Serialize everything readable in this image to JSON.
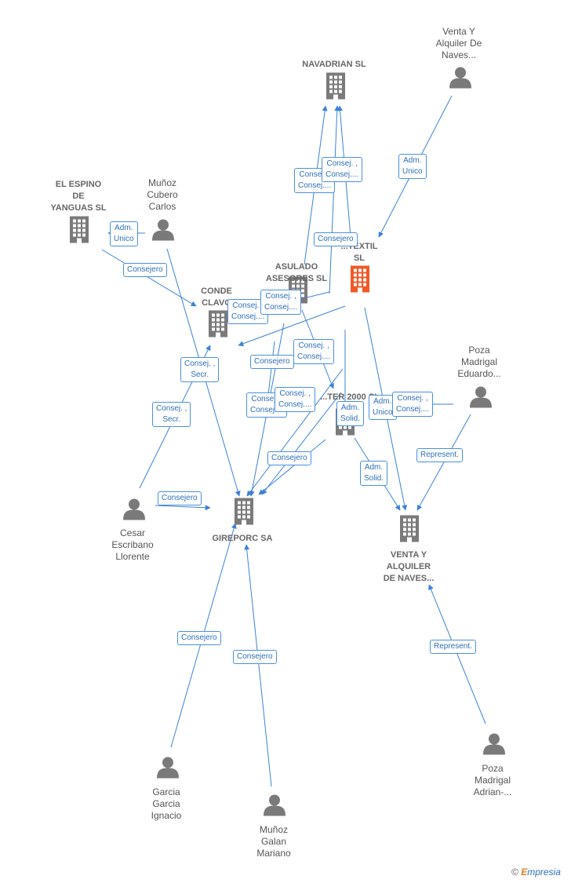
{
  "colors": {
    "edge": "#3b82d6",
    "node_icon": "#7a7a7a",
    "highlight_icon": "#f05a28"
  },
  "nodes": [
    {
      "id": "navadrian",
      "kind": "company",
      "label_lines": [
        "NAVADRIAN SL"
      ]
    },
    {
      "id": "venta_naves_top",
      "kind": "person",
      "label_lines": [
        "Venta Y",
        "Alquiler De",
        "Naves..."
      ]
    },
    {
      "id": "espino",
      "kind": "company",
      "label_lines": [
        "EL ESPINO",
        "DE",
        "YANGUAS  SL"
      ]
    },
    {
      "id": "munoz_cubero",
      "kind": "person",
      "label_lines": [
        "Muñoz",
        "Cubero",
        "Carlos"
      ]
    },
    {
      "id": "textil",
      "kind": "company",
      "highlight": true,
      "label_lines": [
        "...TEXTIL",
        "SL"
      ]
    },
    {
      "id": "asulado",
      "kind": "company",
      "label_lines": [
        "ASULADO",
        "ASESORES SL"
      ]
    },
    {
      "id": "conde_clavo",
      "kind": "company",
      "label_lines": [
        "CONDE",
        "CLAVO"
      ]
    },
    {
      "id": "poza_eduardo",
      "kind": "person",
      "label_lines": [
        "Poza",
        "Madrigal",
        "Eduardo..."
      ]
    },
    {
      "id": "ter2000",
      "kind": "company",
      "label_lines": [
        "...TER 2000 SL"
      ]
    },
    {
      "id": "cesar",
      "kind": "person",
      "label_lines": [
        "Cesar",
        "Escribano",
        "Llorente"
      ]
    },
    {
      "id": "gireporc",
      "kind": "company",
      "label_lines": [
        "GIREPORC SA"
      ]
    },
    {
      "id": "venta_naves_co",
      "kind": "company",
      "label_lines": [
        "VENTA Y",
        "ALQUILER",
        "DE NAVES..."
      ]
    },
    {
      "id": "garcia",
      "kind": "person",
      "label_lines": [
        "Garcia",
        "Garcia",
        "Ignacio"
      ]
    },
    {
      "id": "munoz_galan",
      "kind": "person",
      "label_lines": [
        "Muñoz",
        "Galan",
        "Mariano"
      ]
    },
    {
      "id": "poza_adrian",
      "kind": "person",
      "label_lines": [
        "Poza",
        "Madrigal",
        "Adrian-..."
      ]
    }
  ],
  "relations": [
    {
      "label_lines": [
        "Adm.",
        "Unico"
      ]
    },
    {
      "label_lines": [
        "Consej. ,",
        "Consej...."
      ]
    },
    {
      "label_lines": [
        "Consej. ,",
        "Consej...."
      ]
    },
    {
      "label_lines": [
        "Adm.",
        "Unico"
      ]
    },
    {
      "label_lines": [
        "Consejero"
      ]
    },
    {
      "label_lines": [
        "Consejero"
      ]
    },
    {
      "label_lines": [
        "Consej. ,",
        "Consej...."
      ]
    },
    {
      "label_lines": [
        "Consej. ,",
        "Consej...."
      ]
    },
    {
      "label_lines": [
        "Consej. ,",
        "Secr."
      ]
    },
    {
      "label_lines": [
        "Consejero"
      ]
    },
    {
      "label_lines": [
        "Consej. ,",
        "Consej...."
      ]
    },
    {
      "label_lines": [
        "Consej. ,",
        "Secr."
      ]
    },
    {
      "label_lines": [
        "Consej. ,",
        "Consej...."
      ]
    },
    {
      "label_lines": [
        "Consej. ,",
        "Consej...."
      ]
    },
    {
      "label_lines": [
        "Adm.",
        "Solid."
      ]
    },
    {
      "label_lines": [
        "Adm.",
        "Unico"
      ]
    },
    {
      "label_lines": [
        "Consej. ,",
        "Consej...."
      ]
    },
    {
      "label_lines": [
        "Represent."
      ]
    },
    {
      "label_lines": [
        "Consejero"
      ]
    },
    {
      "label_lines": [
        "Adm.",
        "Solid."
      ]
    },
    {
      "label_lines": [
        "Consejero"
      ]
    },
    {
      "label_lines": [
        "Consejero"
      ]
    },
    {
      "label_lines": [
        "Consejero"
      ]
    },
    {
      "label_lines": [
        "Represent."
      ]
    }
  ],
  "brand": {
    "symbol": "©",
    "initial": "E",
    "rest": "mpresia"
  }
}
